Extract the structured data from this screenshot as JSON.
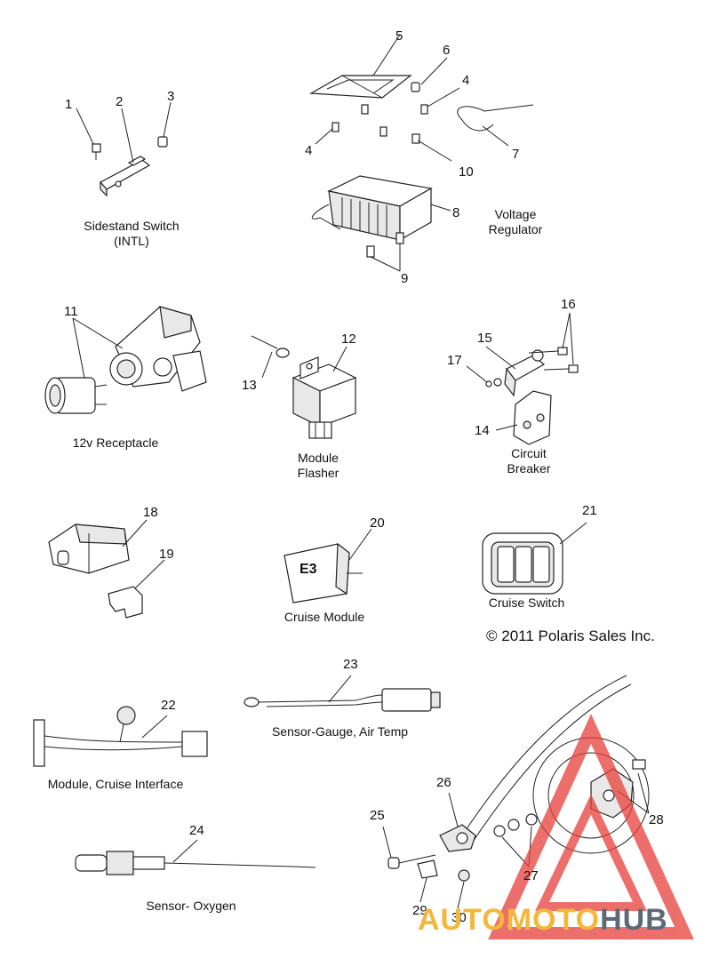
{
  "callouts": {
    "n1": "1",
    "n2": "2",
    "n3": "3",
    "n4a": "4",
    "n4b": "4",
    "n5": "5",
    "n6": "6",
    "n7": "7",
    "n8": "8",
    "n9": "9",
    "n10": "10",
    "n11": "11",
    "n12": "12",
    "n13": "13",
    "n14": "14",
    "n15": "15",
    "n16": "16",
    "n17": "17",
    "n18": "18",
    "n19": "19",
    "n20": "20",
    "n21": "21",
    "n22": "22",
    "n23": "23",
    "n24": "24",
    "n25": "25",
    "n26": "26",
    "n27": "27",
    "n28": "28",
    "n29": "29",
    "n30": "30"
  },
  "captions": {
    "sidestand_1": "Sidestand Switch",
    "sidestand_2": "(INTL)",
    "voltage_1": "Voltage",
    "voltage_2": "Regulator",
    "receptacle": "12v Receptacle",
    "flasher_1": "Module",
    "flasher_2": "Flasher",
    "breaker_1": "Circuit",
    "breaker_2": "Breaker",
    "cruise_module": "Cruise Module",
    "cruise_switch": "Cruise Switch",
    "copyright": "© 2011 Polaris Sales Inc.",
    "air_temp": "Sensor-Gauge, Air Temp",
    "cruise_interface": "Module, Cruise Interface",
    "oxygen": "Sensor- Oxygen"
  },
  "module_label": "E3",
  "watermark": {
    "part1": "AUTOMOTO",
    "part2": "HUB",
    "color1": "#f3b73a",
    "color2": "#5c6a78",
    "logo_color": "#e8403a"
  }
}
